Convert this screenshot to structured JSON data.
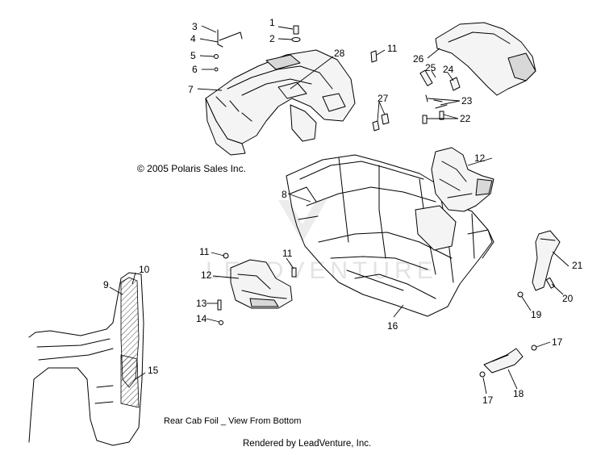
{
  "copyright": "© 2005 Polaris Sales Inc.",
  "view_caption": "Rear Cab Foil _ View From Bottom",
  "footer": "Rendered by LeadVenture, Inc.",
  "watermark": "LEADVENTURE",
  "callouts": {
    "c1": "1",
    "c2": "2",
    "c3": "3",
    "c4": "4",
    "c5": "5",
    "c6": "6",
    "c7": "7",
    "c8": "8",
    "c9": "9",
    "c10": "10",
    "c11a": "11",
    "c11b": "11",
    "c11c": "11",
    "c12a": "12",
    "c12b": "12",
    "c13": "13",
    "c14": "14",
    "c15": "15",
    "c16": "16",
    "c17a": "17",
    "c17b": "17",
    "c18": "18",
    "c19": "19",
    "c20": "20",
    "c21": "21",
    "c22": "22",
    "c23": "23",
    "c24": "24",
    "c25": "25",
    "c26": "26",
    "c27": "27",
    "c28": "28"
  }
}
